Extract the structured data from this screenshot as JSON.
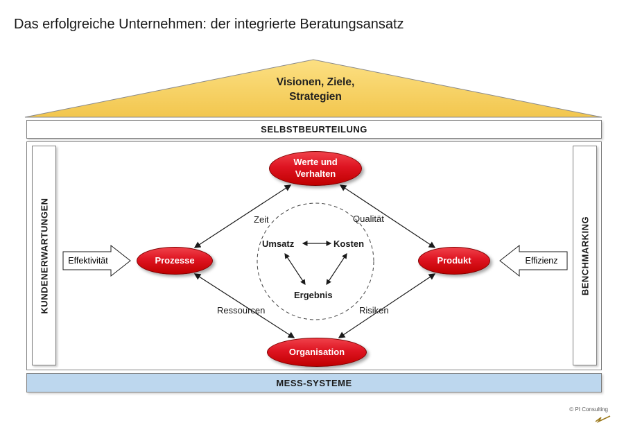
{
  "title": "Das erfolgreiche Unternehmen: der integrierte Beratungsansatz",
  "roof": {
    "label": "Visionen, Ziele,\nStrategien"
  },
  "frame": {
    "top_bar": "SELBSTBEURTEILUNG",
    "left_bar": "KUNDENERWARTUNGEN",
    "right_bar": "BENCHMARKING",
    "bottom_bar": "MESS-SYSTEME"
  },
  "nodes": {
    "top": "Werte und\nVerhalten",
    "left": "Prozesse",
    "right": "Produkt",
    "bottom": "Organisation"
  },
  "core": {
    "left": "Umsatz",
    "right": "Kosten",
    "bottom": "Ergebnis"
  },
  "dimensions": {
    "top_left": "Zeit",
    "top_right": "Qualität",
    "bottom_left": "Ressourcen",
    "bottom_right": "Risiken"
  },
  "flow": {
    "left_arrow": "Effektivität",
    "right_arrow": "Effizienz"
  },
  "footer": {
    "copyright": "© PI Consulting"
  },
  "colors": {
    "roof_yellow": "#F8D25C",
    "node_red": "#DE1421",
    "mess_blue": "#BDD7EE",
    "border_gray": "#7F7F7F"
  }
}
